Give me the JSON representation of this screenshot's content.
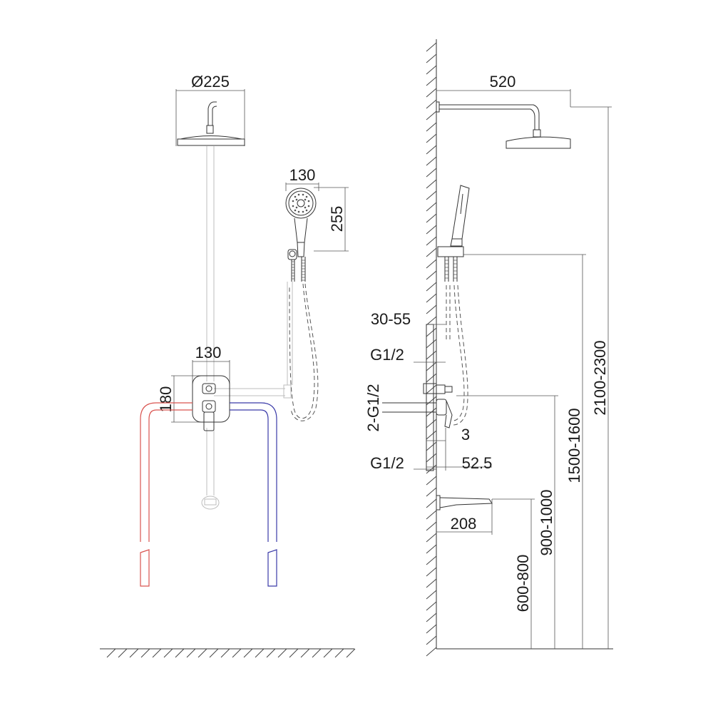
{
  "front_view": {
    "head_diameter": "Ø225",
    "handshower_width": "130",
    "handshower_height": "255",
    "valve_width": "130",
    "valve_height": "180"
  },
  "side_view": {
    "arm_length": "520",
    "wall_recess": "30-55",
    "inlet_top": "G1/2",
    "inlets_pair": "2-G1/2",
    "depth_3": "3",
    "inlet_bottom": "G1/2",
    "depth_52_5": "52.5",
    "spout_length": "208",
    "height_spout": "600-800",
    "height_valve": "900-1000",
    "height_holder": "1500-1600",
    "height_head": "2100-2300"
  },
  "colors": {
    "hot_pipe": "#d9534f",
    "cold_pipe": "#3a3aa8",
    "line": "#333333"
  }
}
